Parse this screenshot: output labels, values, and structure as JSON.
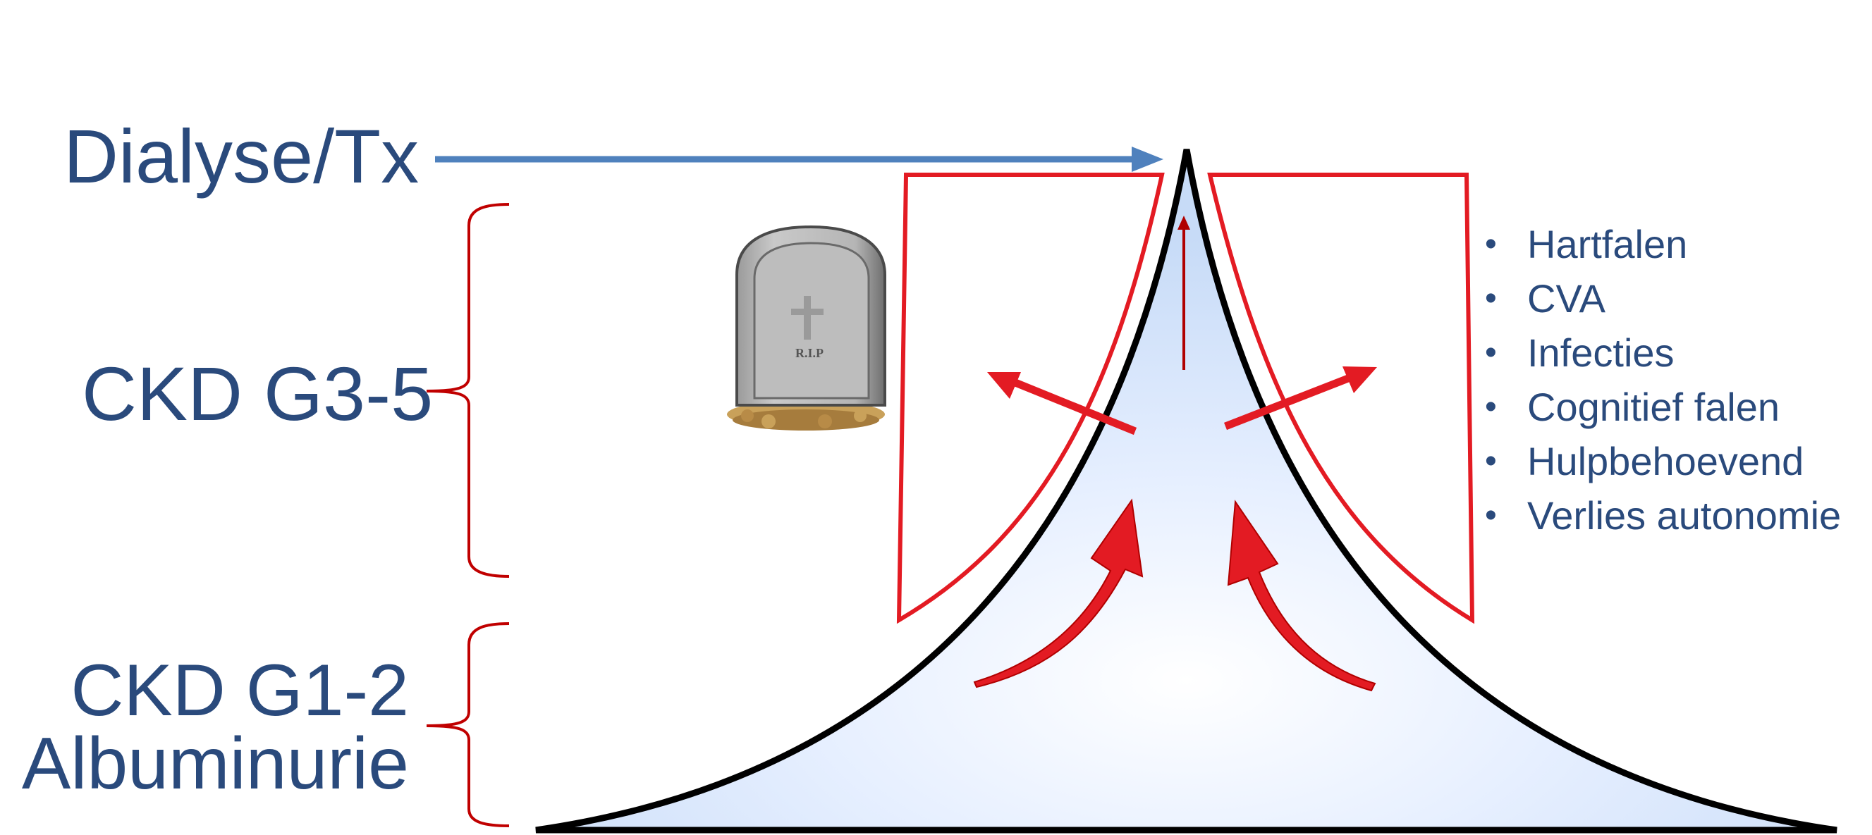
{
  "stages": {
    "dialyse": "Dialyse/Tx",
    "ckd_g3_5": "CKD G3-5",
    "ckd_g1_2_line1": "CKD G1-2",
    "ckd_g1_2_line2": "Albuminurie"
  },
  "tombstone_text": "R.I.P",
  "complications": [
    "Hartfalen",
    "CVA",
    "Infecties",
    "Cognitief falen",
    "Hulpbehoevend",
    "Verlies autonomie"
  ],
  "colors": {
    "text": "#2a4a7c",
    "arrow_blue": "#4f81bd",
    "red": "#e31b23",
    "brace": "#c00000"
  }
}
